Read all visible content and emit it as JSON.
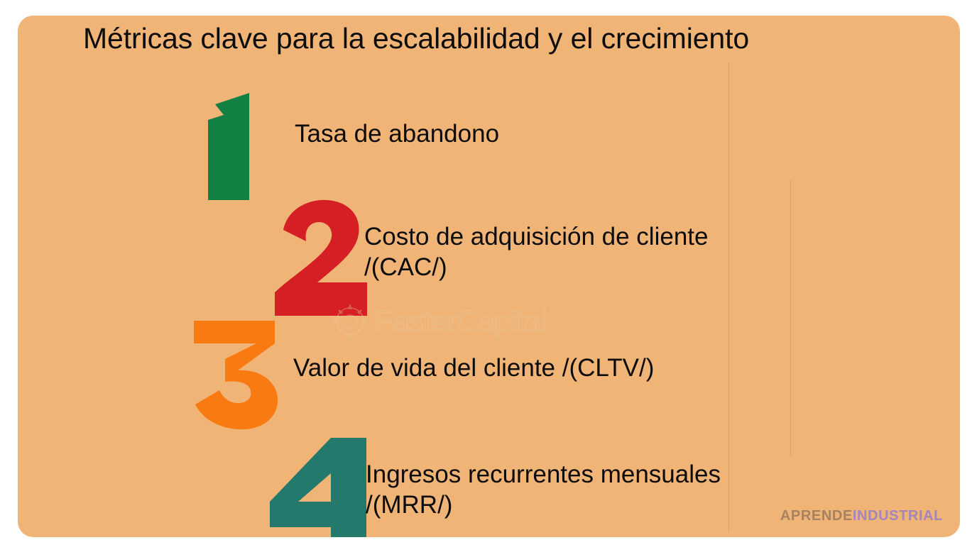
{
  "header": {
    "title": "Métricas clave para la escalabilidad y el crecimiento"
  },
  "colors": {
    "card_background": "#f0b477",
    "page_background": "#ffffff",
    "text": "#0c0c0c",
    "bar_1": "#128043",
    "bar_2": "#d51f24",
    "bar_3": "#f87a11",
    "bar_4": "#23796c",
    "guide_line": "#c8945c",
    "brand_primary": "#a68360",
    "brand_secondary": "#a386bd"
  },
  "items": [
    {
      "number": "1",
      "label": "Tasa de abandono",
      "color": "#128043"
    },
    {
      "number": "2",
      "label": "Costo de adquisición de cliente\n/(CAC/)",
      "color": "#d51f24"
    },
    {
      "number": "3",
      "label": "Valor de vida del cliente /(CLTV/)",
      "color": "#f87a11"
    },
    {
      "number": "4",
      "label": "Ingresos recurrentes mensuales\n/(MRR/)",
      "color": "#23796c"
    }
  ],
  "watermark": {
    "text": "FasterCapital",
    "icon": "gear-circuit-icon"
  },
  "brand": {
    "part_one": "APRENDE",
    "part_two": "INDUSTRIAL"
  }
}
